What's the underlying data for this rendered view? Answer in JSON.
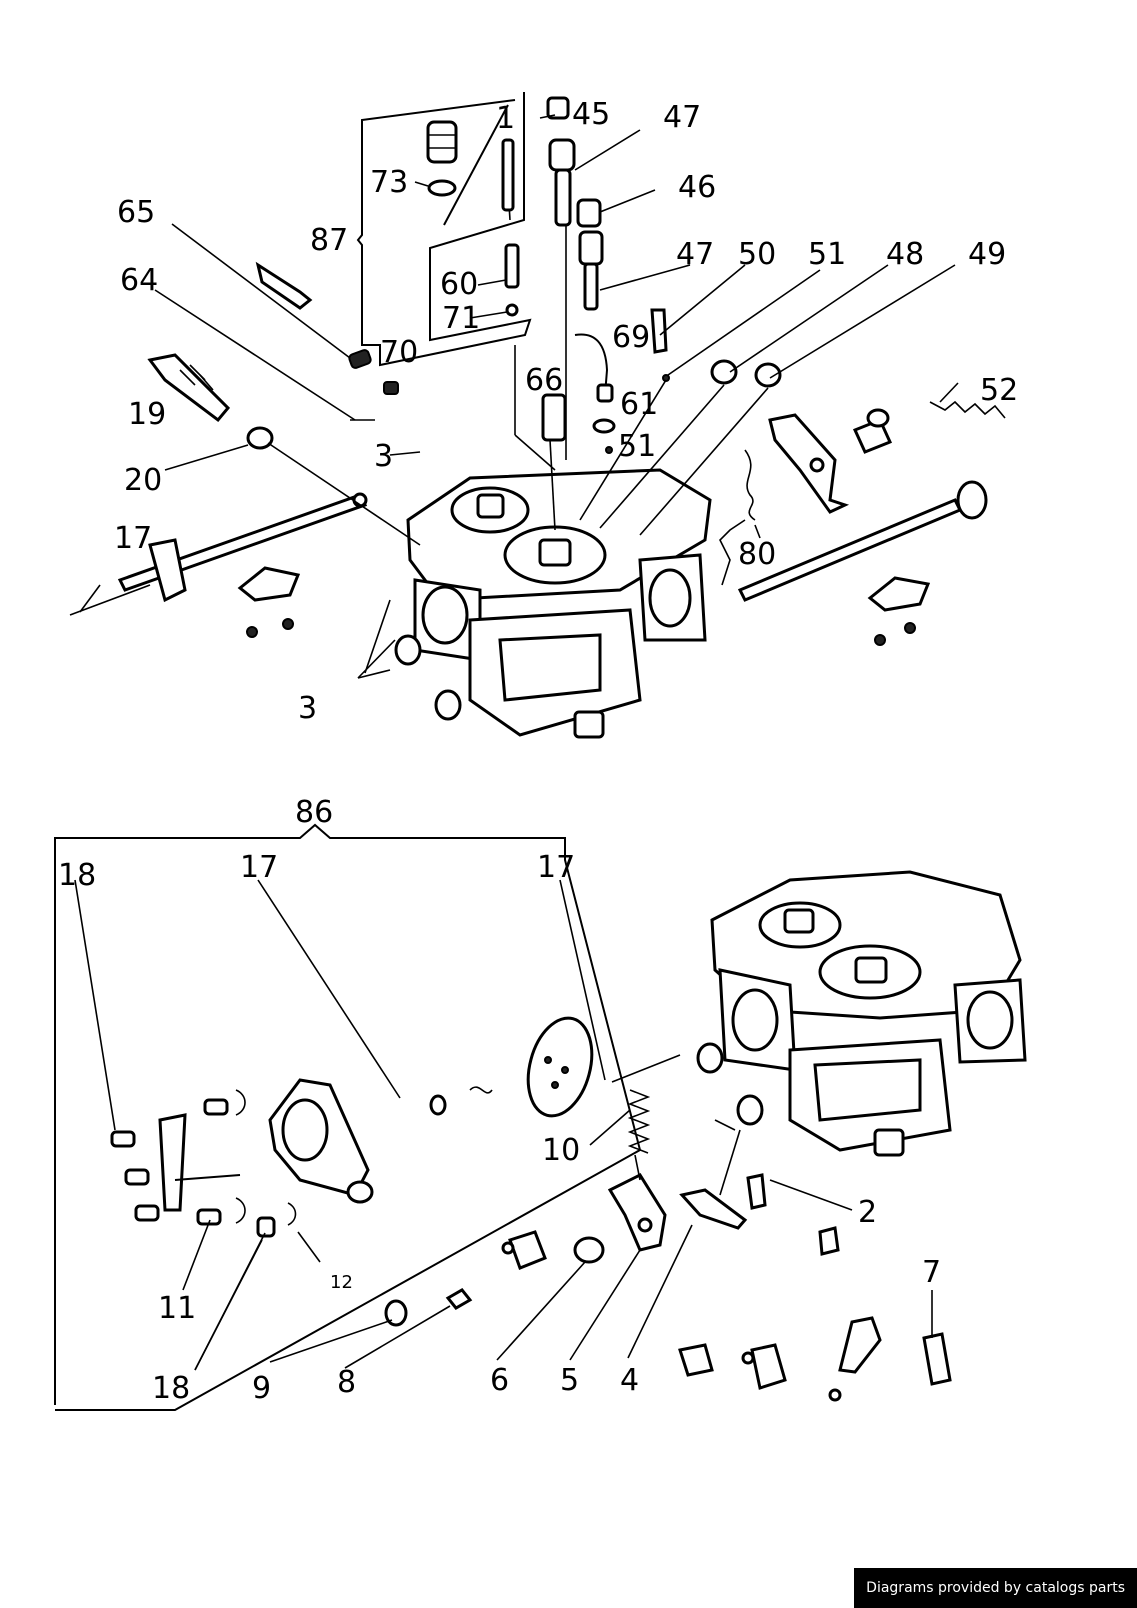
{
  "footer": {
    "credit": "Diagrams provided by catalogs parts"
  },
  "labels": {
    "top": [
      "45",
      "47",
      "46",
      "47",
      "50",
      "51",
      "48",
      "49",
      "1",
      "73",
      "87",
      "65",
      "64",
      "60",
      "71",
      "70",
      "69",
      "66",
      "61",
      "51",
      "19",
      "3",
      "20",
      "52",
      "17",
      "80",
      "3"
    ],
    "bottom": [
      "86",
      "18",
      "17",
      "17",
      "10",
      "2",
      "7",
      "11",
      "12",
      "18",
      "9",
      "8",
      "6",
      "5",
      "4"
    ]
  }
}
